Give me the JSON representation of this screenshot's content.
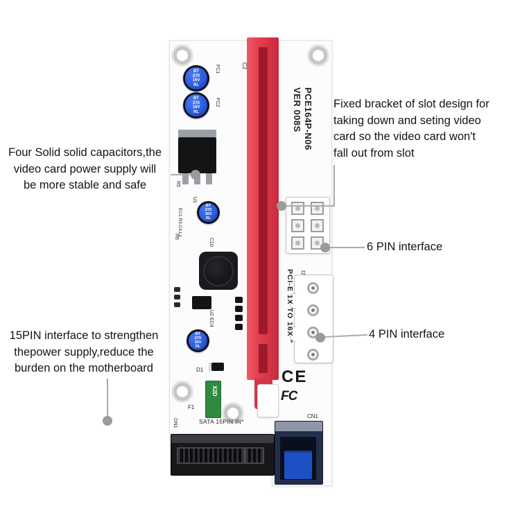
{
  "colors": {
    "slot-red": "#e2404f",
    "slot-inner": "#9e1a2b",
    "cap-blue": "#2b59d8",
    "cap-dark": "#0e1222",
    "usb-blue": "#1d50c2",
    "usb-shell": "#232e4a",
    "fuse-green": "#2e8b3d",
    "pcb-white": "#fcfcfd",
    "line-gray": "#ababab",
    "dot-gray": "#9b9b9b",
    "ink": "#141414"
  },
  "annotations": {
    "capacitors": {
      "lines": [
        "Four Solid solid capacitors,the",
        "video card power supply will",
        "be more stable and safe"
      ]
    },
    "bracket": {
      "lines": [
        "Fixed bracket of slot design for",
        "taking down and seting video",
        "card so the video card won't",
        "fall out from slot"
      ]
    },
    "pin6": {
      "label": "6 PIN interface"
    },
    "pin4": {
      "label": "4 PIN interface"
    },
    "pin15": {
      "lines": [
        "15PIN interface to strengthen",
        "thepower supply,reduce the",
        "burden on the motherboard"
      ]
    }
  },
  "board": {
    "model": "PCE164P-N06",
    "version": "VER 008S",
    "slot_label": "PCI-E 1X TO 16X \"",
    "sata_label": "SATA 15PIN IN*",
    "ce_mark": "CE",
    "fc_mark": "FC",
    "cap_lines": [
      "BT",
      "270",
      "16V",
      "RL"
    ],
    "refs": {
      "c2": "C2",
      "fc1": "FC1",
      "fc2": "FC2",
      "r5": "R5",
      "u1": "U1",
      "ec1": "EC1 R3,C4,L1",
      "r6": "R6",
      "c10": "C10",
      "u2": "U2 EC4",
      "d1": "D1",
      "f1": "F1",
      "x2d": "X2D",
      "on1": "ON1",
      "cn1": "CN1",
      "j2": "J2"
    }
  }
}
